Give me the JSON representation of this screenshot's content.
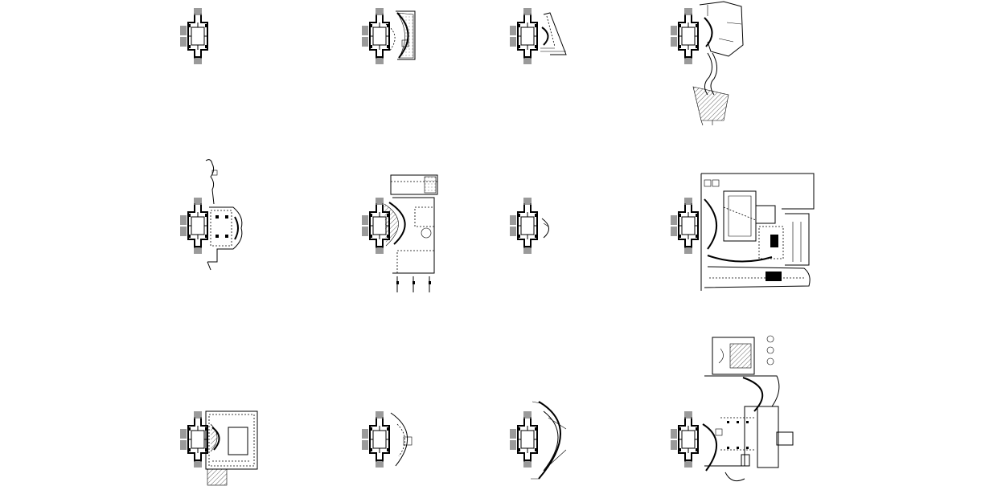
{
  "sheet": {
    "background": "#ffffff",
    "ink": "#000000",
    "gray_tone": "#9a9a9a"
  },
  "grid": {
    "rows": 3,
    "columns": 4
  },
  "plans": [
    {
      "id": "plan-r1-c1",
      "row": 1,
      "col": 1
    },
    {
      "id": "plan-r1-c2",
      "row": 1,
      "col": 2
    },
    {
      "id": "plan-r1-c3",
      "row": 1,
      "col": 3
    },
    {
      "id": "plan-r1-c4",
      "row": 1,
      "col": 4
    },
    {
      "id": "plan-r2-c1",
      "row": 2,
      "col": 1
    },
    {
      "id": "plan-r2-c2",
      "row": 2,
      "col": 2
    },
    {
      "id": "plan-r2-c3",
      "row": 2,
      "col": 3
    },
    {
      "id": "plan-r2-c4",
      "row": 2,
      "col": 4
    },
    {
      "id": "plan-r3-c1",
      "row": 3,
      "col": 1
    },
    {
      "id": "plan-r3-c2",
      "row": 3,
      "col": 2
    },
    {
      "id": "plan-r3-c3",
      "row": 3,
      "col": 3
    },
    {
      "id": "plan-r3-c4",
      "row": 3,
      "col": 4
    }
  ]
}
